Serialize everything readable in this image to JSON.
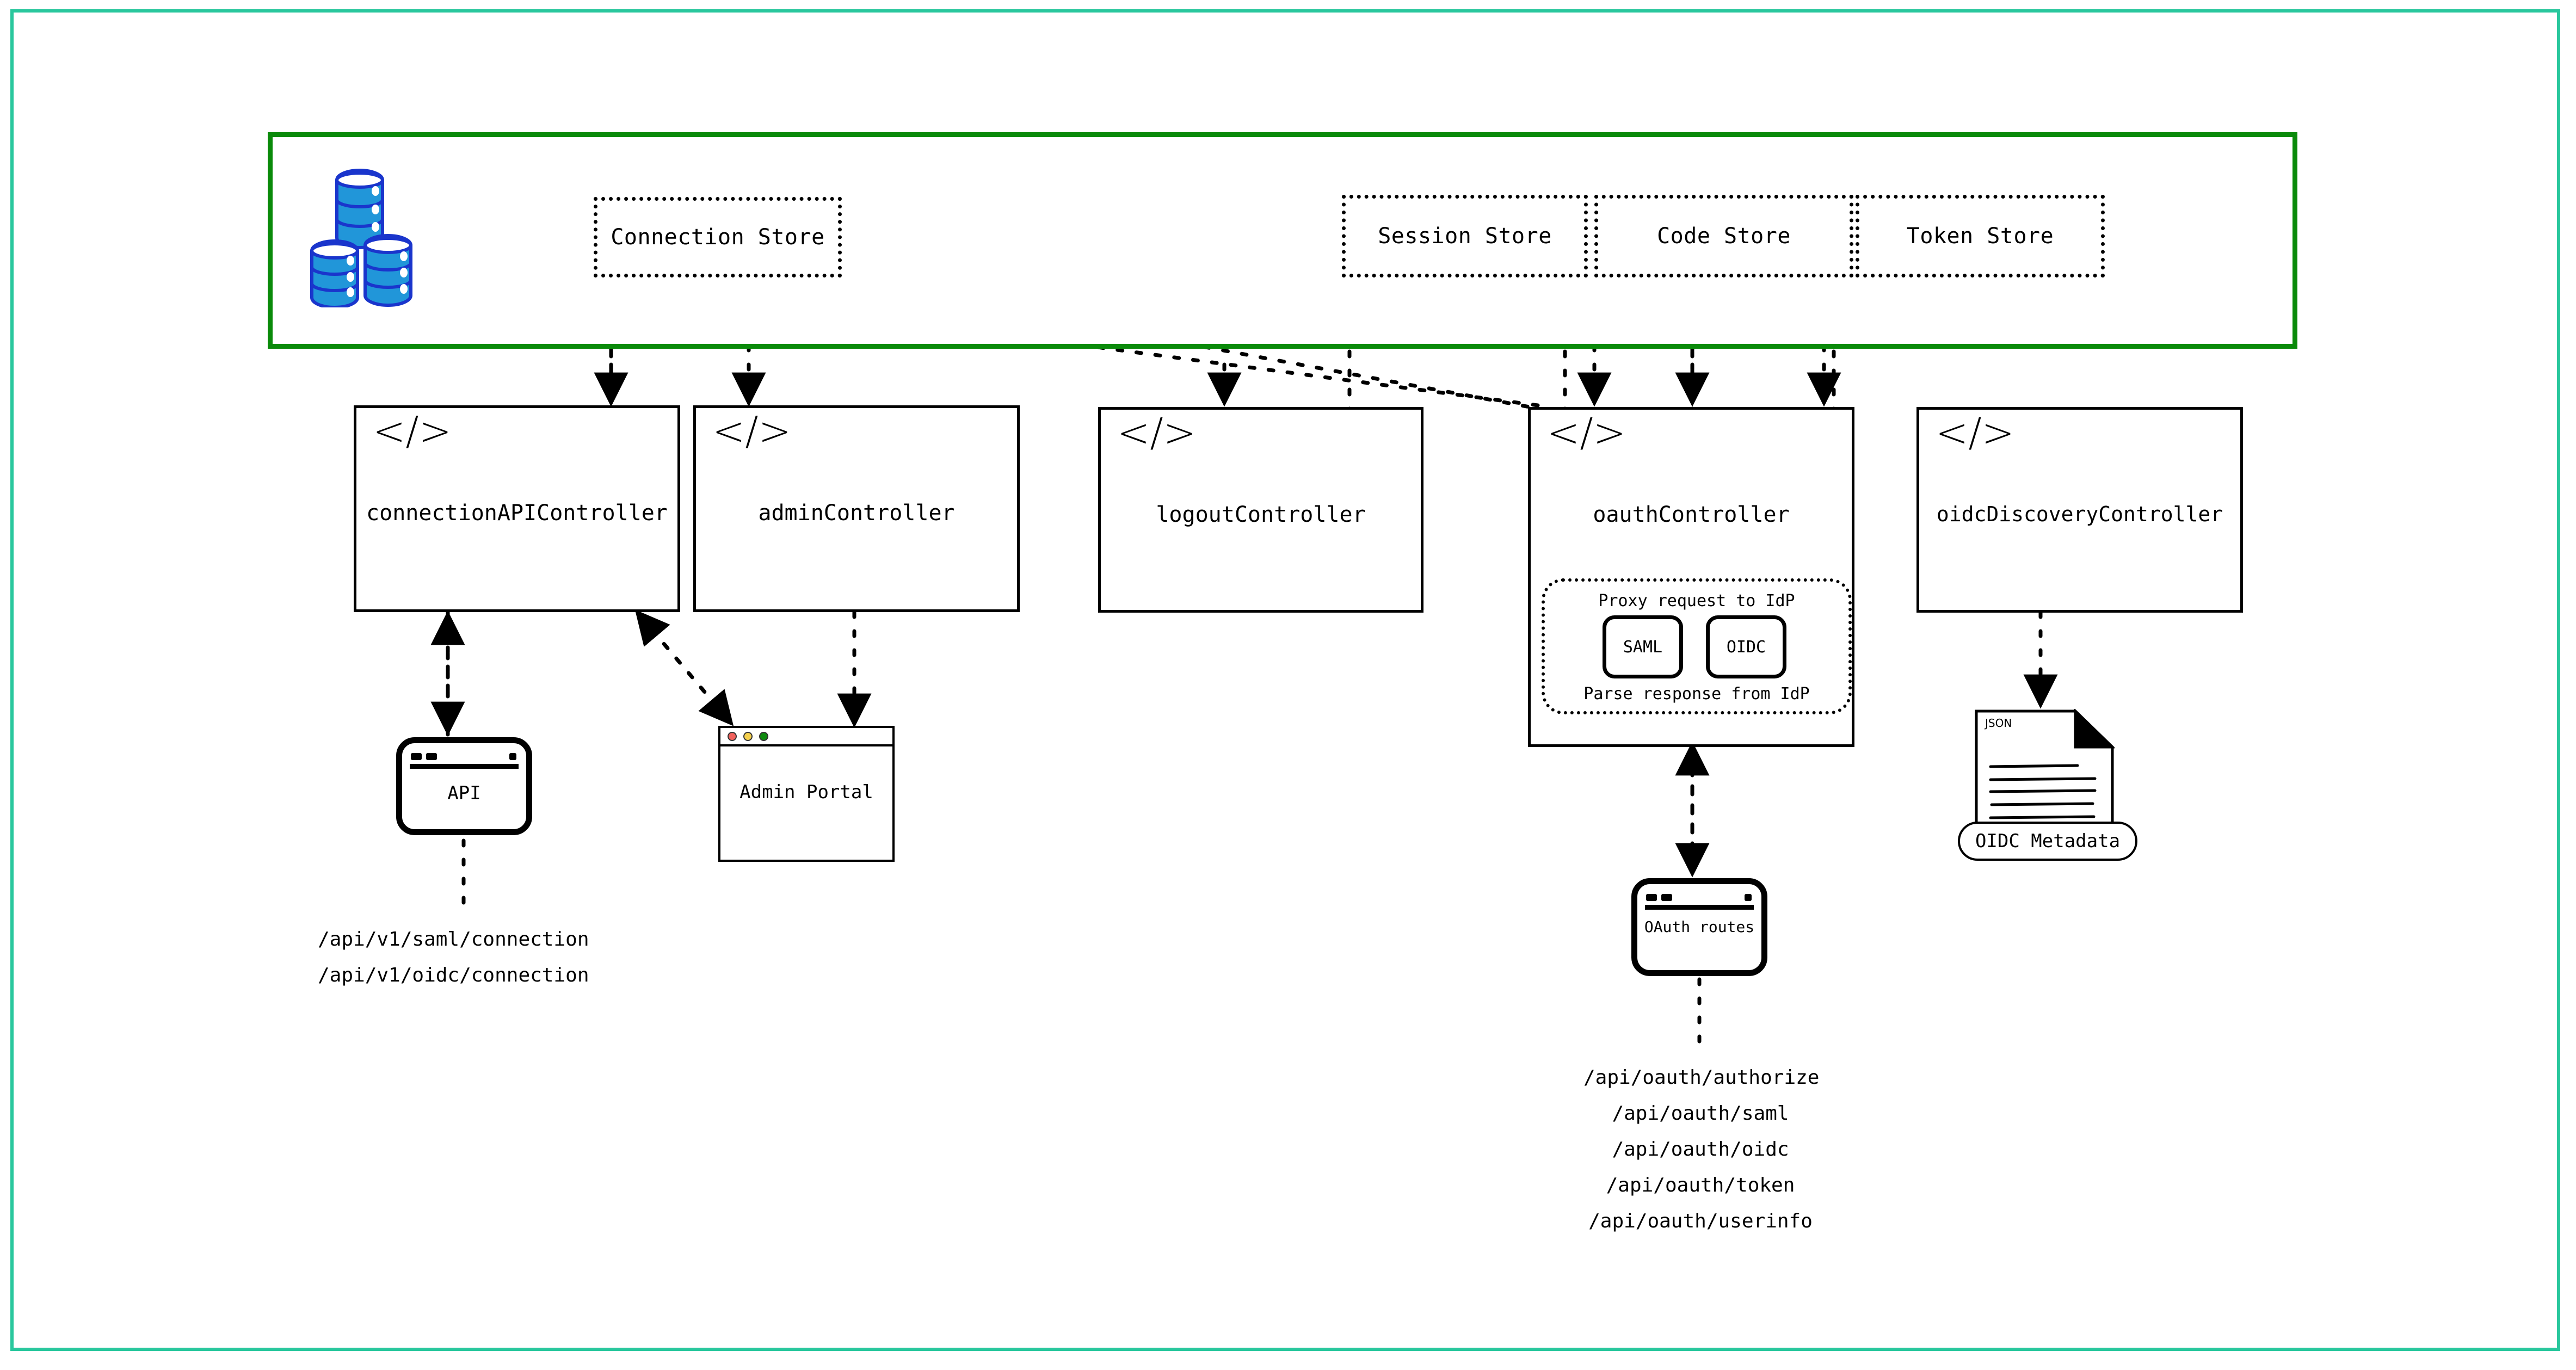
{
  "colors": {
    "outer_frame": "#29c79d",
    "store_container": "#0a8a0a",
    "db_fill": "#2196d9",
    "db_stroke": "#1a35cc",
    "traffic_red": "#f1615c",
    "traffic_yellow": "#f5d04e",
    "traffic_green": "#0f8a0f",
    "stroke": "#000000"
  },
  "icons": {
    "database": "database-stack-icon",
    "code": "code-brackets-icon",
    "json_doc": "json-document-icon",
    "browser": "browser-window-icon",
    "device": "api-device-icon"
  },
  "store_container": {
    "name": "data-stores-container",
    "stores": [
      {
        "id": "connection-store",
        "label": "Connection Store"
      },
      {
        "id": "session-store",
        "label": "Session Store"
      },
      {
        "id": "code-store",
        "label": "Code Store"
      },
      {
        "id": "token-store",
        "label": "Token Store"
      }
    ]
  },
  "controllers": [
    {
      "id": "connection-api-controller",
      "label": "connectionAPIController",
      "icon": "</>"
    },
    {
      "id": "admin-controller",
      "label": "adminController",
      "icon": "</>"
    },
    {
      "id": "logout-controller",
      "label": "logoutController",
      "icon": "</>"
    },
    {
      "id": "oauth-controller",
      "label": "oauthController",
      "icon": "</>"
    },
    {
      "id": "oidc-discovery-controller",
      "label": "oidcDiscoveryController",
      "icon": "</>"
    }
  ],
  "oauth_inner": {
    "top_text": "Proxy request to IdP",
    "bottom_text": "Parse response from IdP",
    "protocols": [
      {
        "id": "saml-chip",
        "label": "SAML"
      },
      {
        "id": "oidc-chip",
        "label": "OIDC"
      }
    ]
  },
  "nodes": {
    "api": {
      "label": "API"
    },
    "admin_portal": {
      "label": "Admin Portal"
    },
    "oauth_routes": {
      "label": "OAuth routes"
    },
    "oidc_metadata": {
      "label": "OIDC Metadata",
      "doc_type": "JSON"
    }
  },
  "endpoints": {
    "connection": [
      "/api/v1/saml/connection",
      "/api/v1/oidc/connection"
    ],
    "oauth": [
      "/api/oauth/authorize",
      "/api/oauth/saml",
      "/api/oauth/oidc",
      "/api/oauth/token",
      "/api/oauth/userinfo"
    ]
  }
}
